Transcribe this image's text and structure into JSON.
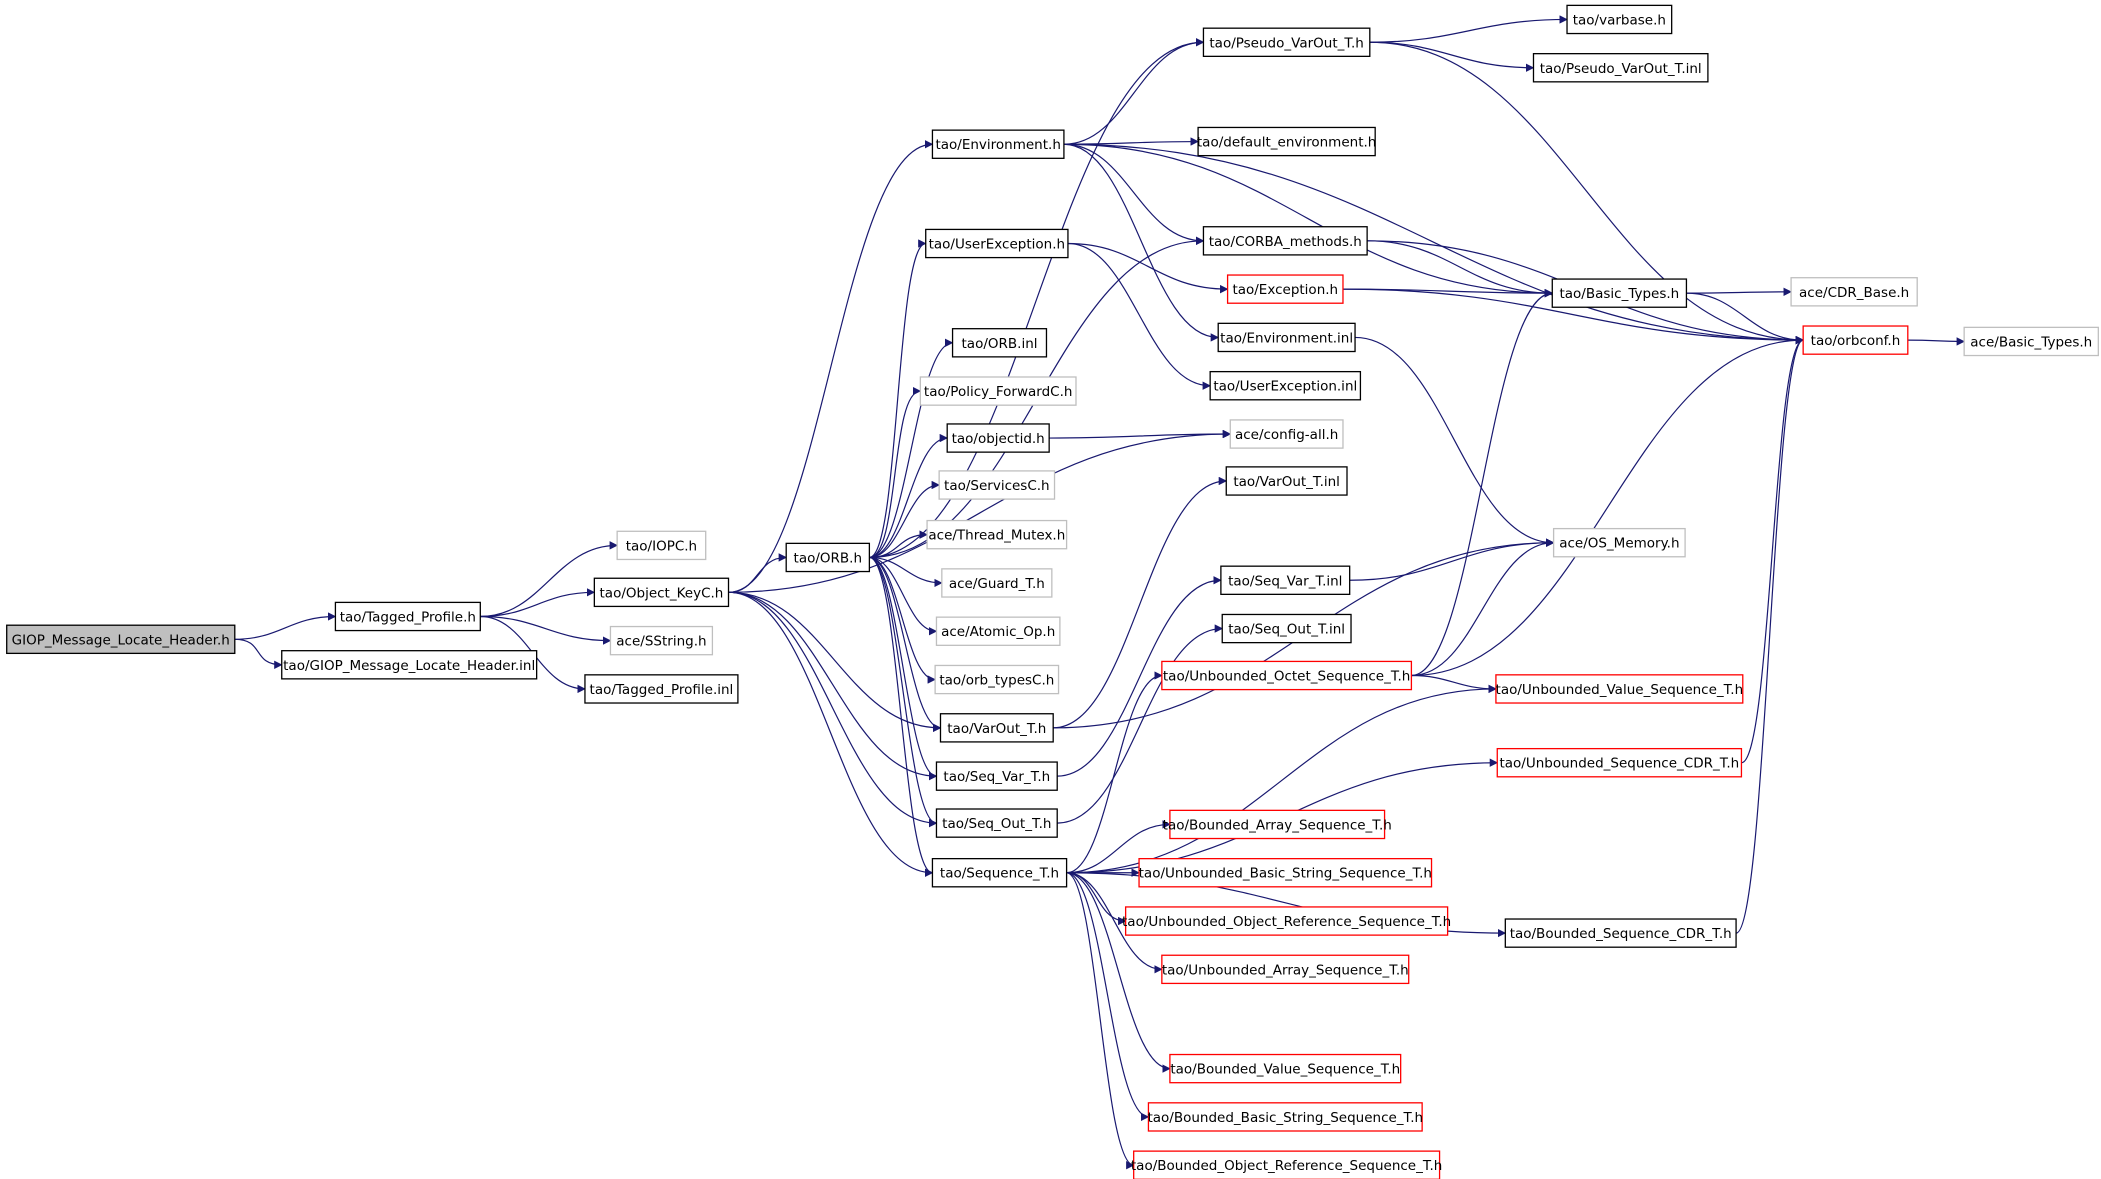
{
  "colors": {
    "edge": "#191970",
    "border_default": "#000000",
    "border_truncated": "#ff0000",
    "border_external": "#bfbfbf",
    "root_fill": "#bfbfbf",
    "node_fill": "#ffffff"
  },
  "nodes": [
    {
      "id": "root",
      "label": "GIOP_Message_Locate_Header.h",
      "style": "root"
    },
    {
      "id": "tagged_profile_h",
      "label": "tao/Tagged_Profile.h",
      "style": "normal"
    },
    {
      "id": "giop_inl",
      "label": "tao/GIOP_Message_Locate_Header.inl",
      "style": "normal"
    },
    {
      "id": "iopc_h",
      "label": "tao/IOPC.h",
      "style": "external"
    },
    {
      "id": "object_keyc_h",
      "label": "tao/Object_KeyC.h",
      "style": "normal"
    },
    {
      "id": "sstring_h",
      "label": "ace/SString.h",
      "style": "external"
    },
    {
      "id": "tagged_profile_inl",
      "label": "tao/Tagged_Profile.inl",
      "style": "normal"
    },
    {
      "id": "orb_h",
      "label": "tao/ORB.h",
      "style": "normal"
    },
    {
      "id": "environment_h",
      "label": "tao/Environment.h",
      "style": "normal"
    },
    {
      "id": "userexception_h",
      "label": "tao/UserException.h",
      "style": "normal"
    },
    {
      "id": "orb_inl",
      "label": "tao/ORB.inl",
      "style": "normal"
    },
    {
      "id": "policy_forwardc_h",
      "label": "tao/Policy_ForwardC.h",
      "style": "external"
    },
    {
      "id": "objectid_h",
      "label": "tao/objectid.h",
      "style": "normal"
    },
    {
      "id": "servicesc_h",
      "label": "tao/ServicesC.h",
      "style": "external"
    },
    {
      "id": "thread_mutex_h",
      "label": "ace/Thread_Mutex.h",
      "style": "external"
    },
    {
      "id": "guard_t_h",
      "label": "ace/Guard_T.h",
      "style": "external"
    },
    {
      "id": "atomic_op_h",
      "label": "ace/Atomic_Op.h",
      "style": "external"
    },
    {
      "id": "orb_typesc_h",
      "label": "tao/orb_typesC.h",
      "style": "external"
    },
    {
      "id": "varout_t_h",
      "label": "tao/VarOut_T.h",
      "style": "normal"
    },
    {
      "id": "seq_var_t_h",
      "label": "tao/Seq_Var_T.h",
      "style": "normal"
    },
    {
      "id": "seq_out_t_h",
      "label": "tao/Seq_Out_T.h",
      "style": "normal"
    },
    {
      "id": "sequence_t_h",
      "label": "tao/Sequence_T.h",
      "style": "normal"
    },
    {
      "id": "pseudo_varout_t_h",
      "label": "tao/Pseudo_VarOut_T.h",
      "style": "normal"
    },
    {
      "id": "default_environment_h",
      "label": "tao/default_environment.h",
      "style": "normal"
    },
    {
      "id": "corba_methods_h",
      "label": "tao/CORBA_methods.h",
      "style": "normal"
    },
    {
      "id": "exception_h",
      "label": "tao/Exception.h",
      "style": "truncated"
    },
    {
      "id": "environment_inl",
      "label": "tao/Environment.inl",
      "style": "normal"
    },
    {
      "id": "userexception_inl",
      "label": "tao/UserException.inl",
      "style": "normal"
    },
    {
      "id": "config_all_h",
      "label": "ace/config-all.h",
      "style": "external"
    },
    {
      "id": "varout_t_inl",
      "label": "tao/VarOut_T.inl",
      "style": "normal"
    },
    {
      "id": "seq_var_t_inl",
      "label": "tao/Seq_Var_T.inl",
      "style": "normal"
    },
    {
      "id": "seq_out_t_inl",
      "label": "tao/Seq_Out_T.inl",
      "style": "normal"
    },
    {
      "id": "unbounded_octet",
      "label": "tao/Unbounded_Octet_Sequence_T.h",
      "style": "truncated"
    },
    {
      "id": "bounded_array",
      "label": "tao/Bounded_Array_Sequence_T.h",
      "style": "truncated"
    },
    {
      "id": "unbounded_basic_string",
      "label": "tao/Unbounded_Basic_String_Sequence_T.h",
      "style": "truncated"
    },
    {
      "id": "unbounded_object_ref",
      "label": "tao/Unbounded_Object_Reference_Sequence_T.h",
      "style": "truncated"
    },
    {
      "id": "unbounded_array",
      "label": "tao/Unbounded_Array_Sequence_T.h",
      "style": "truncated"
    },
    {
      "id": "bounded_value",
      "label": "tao/Bounded_Value_Sequence_T.h",
      "style": "truncated"
    },
    {
      "id": "bounded_basic_string",
      "label": "tao/Bounded_Basic_String_Sequence_T.h",
      "style": "truncated"
    },
    {
      "id": "bounded_object_ref",
      "label": "tao/Bounded_Object_Reference_Sequence_T.h",
      "style": "truncated"
    },
    {
      "id": "varbase_h",
      "label": "tao/varbase.h",
      "style": "normal"
    },
    {
      "id": "pseudo_varout_t_inl",
      "label": "tao/Pseudo_VarOut_T.inl",
      "style": "normal"
    },
    {
      "id": "basic_types_tao",
      "label": "tao/Basic_Types.h",
      "style": "normal"
    },
    {
      "id": "os_memory_h",
      "label": "ace/OS_Memory.h",
      "style": "external"
    },
    {
      "id": "unbounded_value",
      "label": "tao/Unbounded_Value_Sequence_T.h",
      "style": "truncated"
    },
    {
      "id": "unbounded_sequence_cdr",
      "label": "tao/Unbounded_Sequence_CDR_T.h",
      "style": "truncated"
    },
    {
      "id": "bounded_sequence_cdr",
      "label": "tao/Bounded_Sequence_CDR_T.h",
      "style": "normal"
    },
    {
      "id": "cdr_base_h",
      "label": "ace/CDR_Base.h",
      "style": "external"
    },
    {
      "id": "orbconf_h",
      "label": "tao/orbconf.h",
      "style": "truncated"
    },
    {
      "id": "basic_types_ace",
      "label": "ace/Basic_Types.h",
      "style": "external"
    }
  ],
  "edges": [
    [
      "root",
      "tagged_profile_h"
    ],
    [
      "root",
      "giop_inl"
    ],
    [
      "tagged_profile_h",
      "iopc_h"
    ],
    [
      "tagged_profile_h",
      "object_keyc_h"
    ],
    [
      "tagged_profile_h",
      "sstring_h"
    ],
    [
      "tagged_profile_h",
      "tagged_profile_inl"
    ],
    [
      "object_keyc_h",
      "orb_h"
    ],
    [
      "object_keyc_h",
      "environment_h"
    ],
    [
      "object_keyc_h",
      "seq_var_t_h"
    ],
    [
      "object_keyc_h",
      "seq_out_t_h"
    ],
    [
      "object_keyc_h",
      "sequence_t_h"
    ],
    [
      "object_keyc_h",
      "varout_t_h"
    ],
    [
      "object_keyc_h",
      "config_all_h"
    ],
    [
      "orb_h",
      "userexception_h"
    ],
    [
      "orb_h",
      "orb_inl"
    ],
    [
      "orb_h",
      "policy_forwardc_h"
    ],
    [
      "orb_h",
      "objectid_h"
    ],
    [
      "orb_h",
      "servicesc_h"
    ],
    [
      "orb_h",
      "thread_mutex_h"
    ],
    [
      "orb_h",
      "guard_t_h"
    ],
    [
      "orb_h",
      "atomic_op_h"
    ],
    [
      "orb_h",
      "orb_typesc_h"
    ],
    [
      "orb_h",
      "varout_t_h"
    ],
    [
      "orb_h",
      "seq_var_t_h"
    ],
    [
      "orb_h",
      "seq_out_t_h"
    ],
    [
      "orb_h",
      "sequence_t_h"
    ],
    [
      "orb_h",
      "pseudo_varout_t_h"
    ],
    [
      "orb_h",
      "corba_methods_h"
    ],
    [
      "environment_h",
      "pseudo_varout_t_h"
    ],
    [
      "environment_h",
      "default_environment_h"
    ],
    [
      "environment_h",
      "corba_methods_h"
    ],
    [
      "environment_h",
      "environment_inl"
    ],
    [
      "environment_h",
      "basic_types_tao"
    ],
    [
      "environment_h",
      "orbconf_h"
    ],
    [
      "pseudo_varout_t_h",
      "varbase_h"
    ],
    [
      "pseudo_varout_t_h",
      "pseudo_varout_t_inl"
    ],
    [
      "pseudo_varout_t_h",
      "orbconf_h"
    ],
    [
      "corba_methods_h",
      "basic_types_tao"
    ],
    [
      "corba_methods_h",
      "orbconf_h"
    ],
    [
      "userexception_h",
      "exception_h"
    ],
    [
      "userexception_h",
      "userexception_inl"
    ],
    [
      "exception_h",
      "basic_types_tao"
    ],
    [
      "exception_h",
      "orbconf_h"
    ],
    [
      "environment_inl",
      "os_memory_h"
    ],
    [
      "objectid_h",
      "config_all_h"
    ],
    [
      "varout_t_h",
      "varout_t_inl"
    ],
    [
      "varout_t_h",
      "os_memory_h"
    ],
    [
      "seq_var_t_h",
      "seq_var_t_inl"
    ],
    [
      "seq_var_t_inl",
      "os_memory_h"
    ],
    [
      "seq_out_t_h",
      "seq_out_t_inl"
    ],
    [
      "sequence_t_h",
      "unbounded_octet"
    ],
    [
      "sequence_t_h",
      "unbounded_value"
    ],
    [
      "sequence_t_h",
      "unbounded_sequence_cdr"
    ],
    [
      "sequence_t_h",
      "bounded_array"
    ],
    [
      "sequence_t_h",
      "unbounded_basic_string"
    ],
    [
      "sequence_t_h",
      "unbounded_object_ref"
    ],
    [
      "sequence_t_h",
      "unbounded_array"
    ],
    [
      "sequence_t_h",
      "bounded_sequence_cdr"
    ],
    [
      "sequence_t_h",
      "bounded_value"
    ],
    [
      "sequence_t_h",
      "bounded_basic_string"
    ],
    [
      "sequence_t_h",
      "bounded_object_ref"
    ],
    [
      "unbounded_octet",
      "unbounded_value"
    ],
    [
      "unbounded_octet",
      "basic_types_tao"
    ],
    [
      "unbounded_octet",
      "os_memory_h"
    ],
    [
      "unbounded_octet",
      "orbconf_h"
    ],
    [
      "unbounded_sequence_cdr",
      "orbconf_h"
    ],
    [
      "bounded_sequence_cdr",
      "orbconf_h"
    ],
    [
      "basic_types_tao",
      "cdr_base_h"
    ],
    [
      "basic_types_tao",
      "orbconf_h"
    ],
    [
      "orbconf_h",
      "basic_types_ace"
    ]
  ]
}
